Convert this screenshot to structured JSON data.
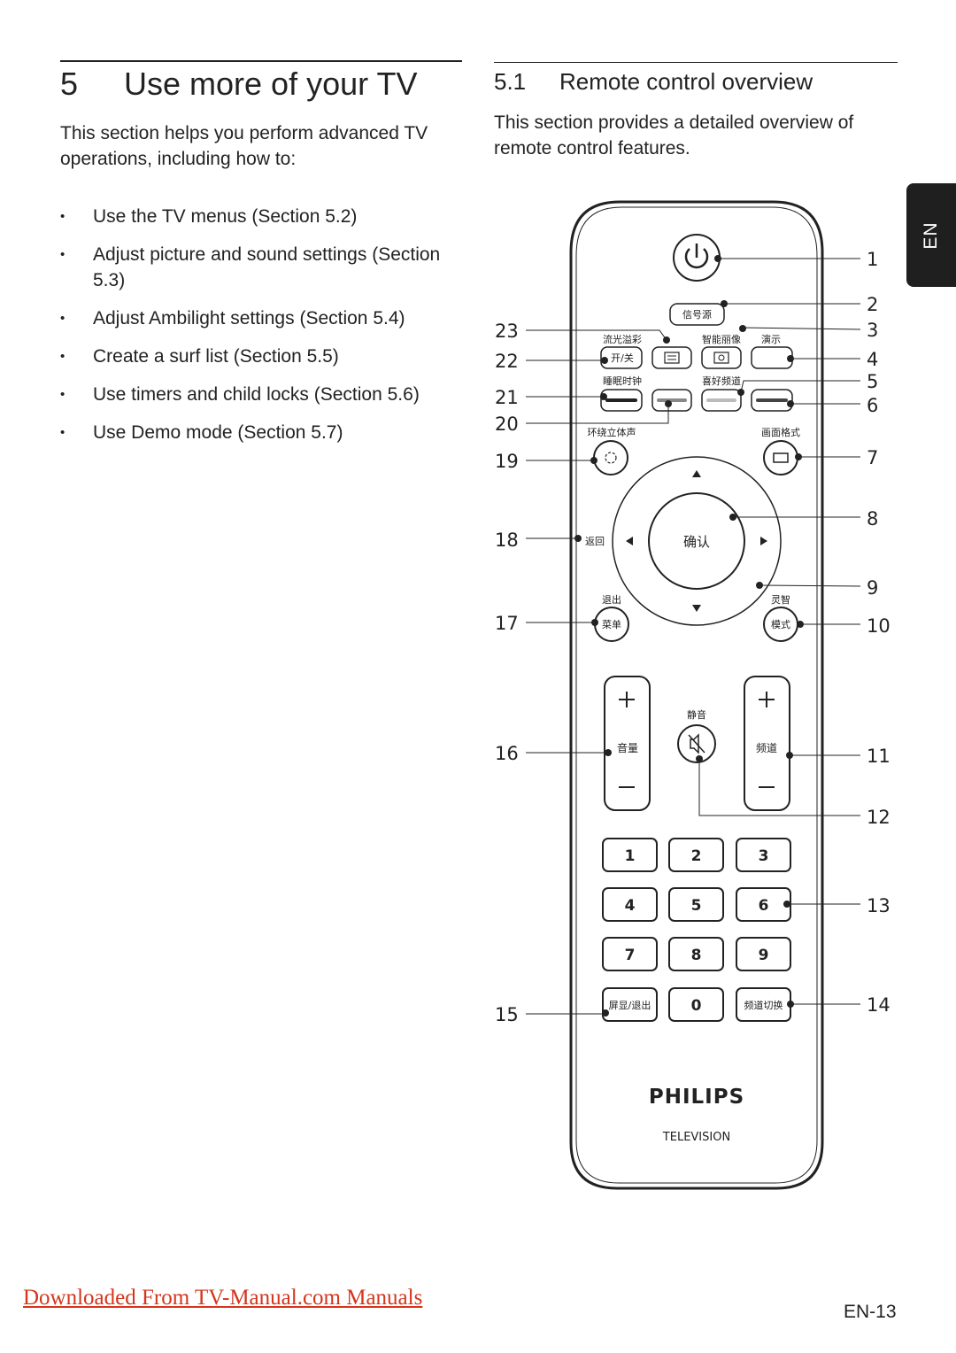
{
  "left": {
    "chapter_number": "5",
    "chapter_title": "Use more of your TV",
    "intro": "This section helps you perform advanced TV operations, including how to:",
    "bullets": [
      "Use the TV menus (Section 5.2)",
      "Adjust picture and sound settings (Section 5.3)",
      "Adjust Ambilight settings (Section 5.4)",
      "Create a surf list (Section 5.5)",
      "Use timers and child locks (Section 5.6)",
      "Use Demo mode (Section 5.7)"
    ]
  },
  "right": {
    "section_number": "5.1",
    "section_title": "Remote control overview",
    "intro": "This section provides a detailed overview of remote control features."
  },
  "side_tab": "EN",
  "remote": {
    "brand": "PHILIPS",
    "subbrand": "TELEVISION",
    "labels": {
      "source": "信号源",
      "ambilight": "流光溢彩",
      "smart_picture": "智能丽像",
      "demo": "演示",
      "onoff": "开/关",
      "sleep": "睡眠时钟",
      "favorite": "喜好频道",
      "surround": "环绕立体声",
      "format": "画面格式",
      "ok": "确认",
      "back": "返回",
      "exit": "退出",
      "smart": "灵智",
      "menu": "菜单",
      "mode": "模式",
      "mute": "静音",
      "volume": "音量",
      "channel": "频道",
      "info_exit": "屏显/退出",
      "channel_switch": "频道切换"
    },
    "digits": [
      "1",
      "2",
      "3",
      "4",
      "5",
      "6",
      "7",
      "8",
      "9",
      "0"
    ],
    "callouts": [
      "1",
      "2",
      "3",
      "4",
      "5",
      "6",
      "7",
      "8",
      "9",
      "10",
      "11",
      "12",
      "13",
      "14",
      "15",
      "16",
      "17",
      "18",
      "19",
      "20",
      "21",
      "22",
      "23"
    ]
  },
  "footer": {
    "link": "Downloaded From TV-Manual.com Manuals",
    "page": "EN-13"
  },
  "colors": {
    "text": "#222222",
    "tab_background": "#1f1f1f",
    "link": "#d4351c"
  }
}
